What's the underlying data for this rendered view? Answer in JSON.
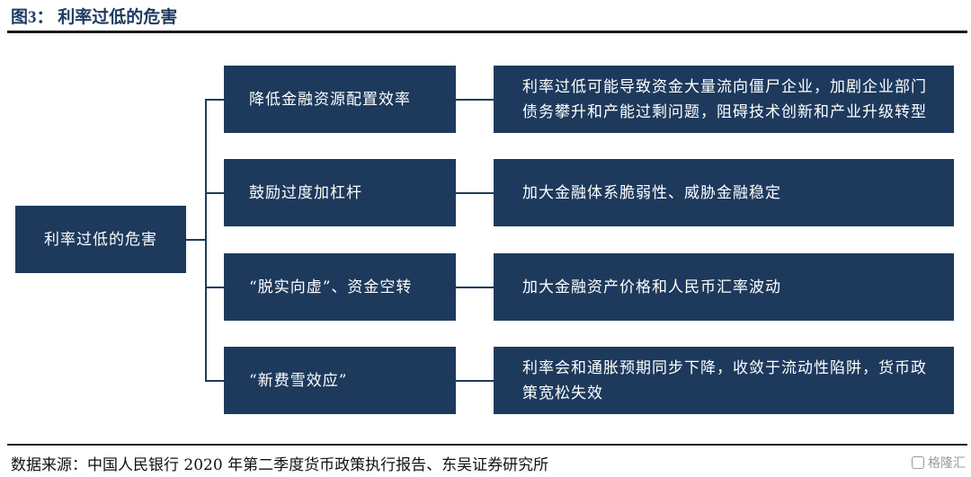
{
  "header": {
    "title": "图3：  利率过低的危害"
  },
  "diagram": {
    "root": {
      "label": "利率过低的危害"
    },
    "branches": [
      {
        "label": "降低金融资源配置效率",
        "effect": [
          "利率过低可能导致资金大量流向僵尸企业，加剧企业部门",
          "债务攀升和产能过剩问题，阻碍技术创新和产业升级转型"
        ]
      },
      {
        "label": "鼓励过度加杠杆",
        "effect": [
          "加大金融体系脆弱性、威胁金融稳定"
        ]
      },
      {
        "label": "“脱实向虚”、资金空转",
        "effect": [
          "加大金融资产价格和人民币汇率波动"
        ]
      },
      {
        "label": "“新费雪效应”",
        "effect": [
          "利率会和通胀预期同步下降，收敛于流动性陷阱，货币政",
          "策宽松失效"
        ]
      }
    ]
  },
  "footer": {
    "source": "数据来源：中国人民银行 2020 年第二季度货币政策执行报告、东吴证券研究所",
    "watermark": "格隆汇"
  }
}
